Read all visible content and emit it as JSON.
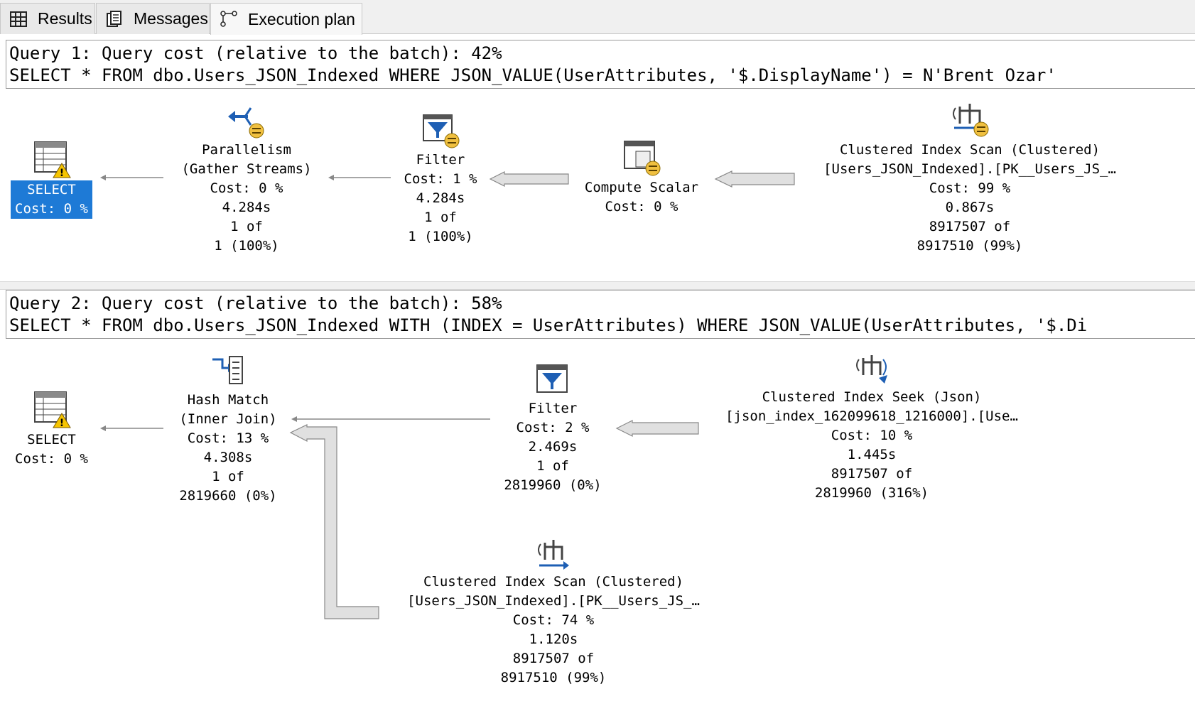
{
  "tabs": [
    {
      "label": "Results",
      "icon": "grid-icon"
    },
    {
      "label": "Messages",
      "icon": "messages-icon"
    },
    {
      "label": "Execution plan",
      "icon": "execution-plan-icon"
    }
  ],
  "query1": {
    "header": "Query 1: Query cost (relative to the batch): 42%",
    "sql": "SELECT * FROM dbo.Users_JSON_Indexed WHERE JSON_VALUE(UserAttributes, '$.DisplayName') = N'Brent Ozar'",
    "nodes": {
      "select": {
        "name": "SELECT",
        "cost": "Cost: 0 %"
      },
      "parallelism": {
        "name": "Parallelism",
        "sub": "(Gather Streams)",
        "cost": "Cost: 0 %",
        "time": "4.284s",
        "rows": "1 of",
        "est": "1 (100%)"
      },
      "filter": {
        "name": "Filter",
        "cost": "Cost: 1 %",
        "time": "4.284s",
        "rows": "1 of",
        "est": "1 (100%)"
      },
      "compute": {
        "name": "Compute Scalar",
        "cost": "Cost: 0 %"
      },
      "scan": {
        "name": "Clustered Index Scan (Clustered)",
        "sub": "[Users_JSON_Indexed].[PK__Users_JS_…",
        "cost": "Cost: 99 %",
        "time": "0.867s",
        "rows": "8917507 of",
        "est": "8917510 (99%)"
      }
    }
  },
  "query2": {
    "header": "Query 2: Query cost (relative to the batch): 58%",
    "sql": "SELECT * FROM dbo.Users_JSON_Indexed WITH (INDEX = UserAttributes) WHERE JSON_VALUE(UserAttributes, '$.Di",
    "nodes": {
      "select": {
        "name": "SELECT",
        "cost": "Cost: 0 %"
      },
      "hash": {
        "name": "Hash Match",
        "sub": "(Inner Join)",
        "cost": "Cost: 13 %",
        "time": "4.308s",
        "rows": "1 of",
        "est": "2819660 (0%)"
      },
      "filter": {
        "name": "Filter",
        "cost": "Cost: 2 %",
        "time": "2.469s",
        "rows": "1 of",
        "est": "2819960 (0%)"
      },
      "seek": {
        "name": "Clustered Index Seek (Json)",
        "sub": "[json_index_162099618_1216000].[Use…",
        "cost": "Cost: 10 %",
        "time": "1.445s",
        "rows": "8917507 of",
        "est": "2819960 (316%)"
      },
      "scan": {
        "name": "Clustered Index Scan (Clustered)",
        "sub": "[Users_JSON_Indexed].[PK__Users_JS_…",
        "cost": "Cost: 74 %",
        "time": "1.120s",
        "rows": "8917507 of",
        "est": "8917510 (99%)"
      }
    }
  },
  "colors": {
    "selected": "#1e7ad6",
    "accent": "#1e5fb4",
    "warning": "#f5c400"
  }
}
